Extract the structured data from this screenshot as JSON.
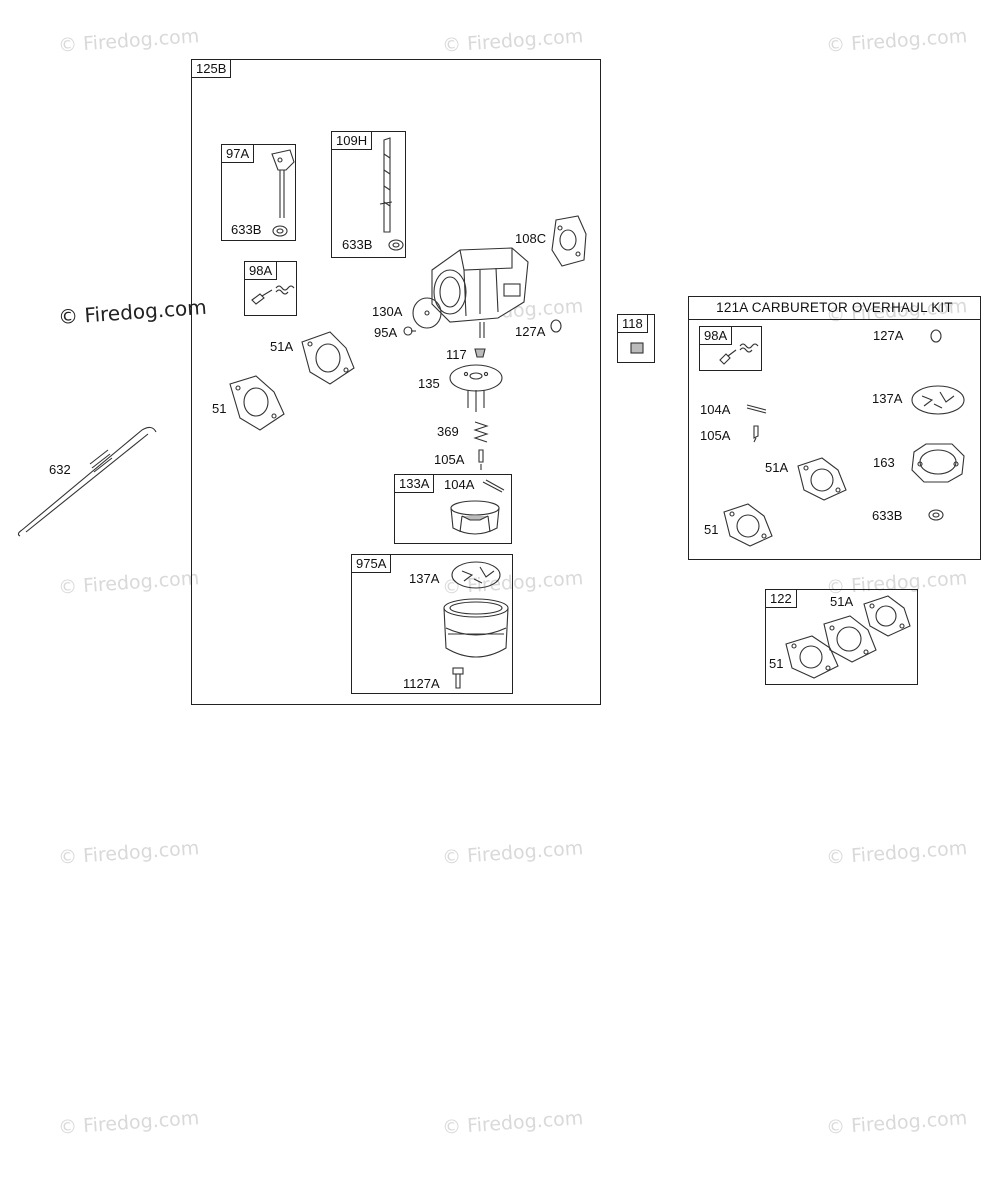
{
  "watermark": "© Firedog.com",
  "main_group": {
    "tag": "125B",
    "sub_97A": {
      "tag": "97A",
      "part": "633B"
    },
    "sub_109H": {
      "tag": "109H",
      "part": "633B"
    },
    "sub_98A": {
      "tag": "98A"
    },
    "sub_133A": {
      "tag": "133A",
      "part": "104A"
    },
    "sub_975A": {
      "tag": "975A",
      "parts": [
        "137A",
        "1127A"
      ]
    },
    "labels": [
      "108C",
      "130A",
      "95A",
      "127A",
      "117",
      "135",
      "369",
      "105A",
      "51A",
      "51"
    ]
  },
  "left_part": "632",
  "single_118": {
    "tag": "118"
  },
  "kit_121A": {
    "title": "121A CARBURETOR OVERHAUL KIT",
    "sub_98A": "98A",
    "labels": [
      "127A",
      "137A",
      "104A",
      "105A",
      "163",
      "51A",
      "633B",
      "51"
    ]
  },
  "kit_122": {
    "tag": "122",
    "labels": [
      "51A",
      "51"
    ]
  }
}
